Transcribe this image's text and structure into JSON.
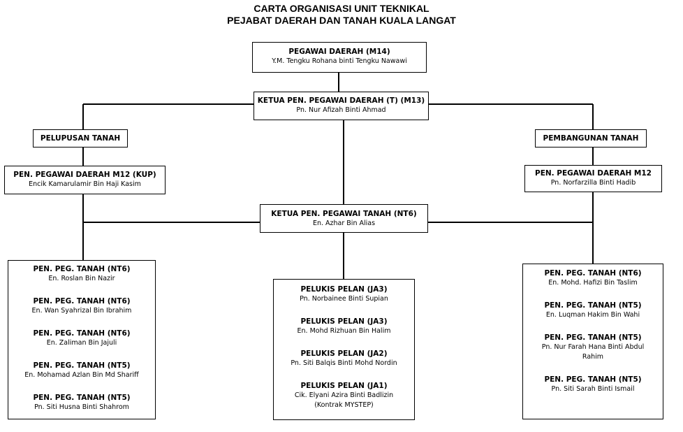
{
  "title": {
    "line1": "CARTA ORGANISASI UNIT TEKNIKAL",
    "line2": "PEJABAT DAERAH DAN TANAH KUALA LANGAT"
  },
  "top": {
    "role": "PEGAWAI DAERAH (M14)",
    "name": "Y.M. Tengku Rohana binti Tengku Nawawi"
  },
  "deputy": {
    "role": "KETUA PEN. PEGAWAI DAERAH (T) (M13)",
    "name": "Pn. Nur Afizah Binti Ahmad"
  },
  "left_section": "PELUPUSAN TANAH",
  "right_section": "PEMBANGUNAN TANAH",
  "left_officer": {
    "role": "PEN. PEGAWAI DAERAH M12 (KUP)",
    "name": "Encik Kamarulamir Bin Haji Kasim"
  },
  "right_officer": {
    "role": "PEN. PEGAWAI DAERAH M12",
    "name": "Pn. Norfarzilla Binti Hadib"
  },
  "head_land": {
    "role": "KETUA PEN. PEGAWAI TANAH (NT6)",
    "name": "En. Azhar Bin Alias"
  },
  "left_staff": [
    {
      "role": "PEN. PEG. TANAH (NT6)",
      "name": "En. Roslan Bin Nazir"
    },
    {
      "role": "PEN. PEG. TANAH (NT6)",
      "name": "En. Wan Syahrizal Bin Ibrahim"
    },
    {
      "role": "PEN. PEG. TANAH (NT6)",
      "name": "En. Zaliman Bin Jajuli"
    },
    {
      "role": "PEN. PEG. TANAH (NT5)",
      "name": "En. Mohamad Azlan Bin Md Shariff"
    },
    {
      "role": "PEN. PEG. TANAH (NT5)",
      "name": "Pn. Siti Husna Binti Shahrom"
    }
  ],
  "center_staff": [
    {
      "role": "PELUKIS PELAN (JA3)",
      "name": "Pn. Norbainee Binti Supian"
    },
    {
      "role": "PELUKIS PELAN (JA3)",
      "name": "En. Mohd Rizhuan Bin Halim"
    },
    {
      "role": "PELUKIS PELAN (JA2)",
      "name": "Pn. Siti Balqis Binti Mohd Nordin"
    },
    {
      "role": "PELUKIS PELAN (JA1)",
      "name": "Cik. Elyani Azira Binti Badlizin",
      "note": "(Kontrak MYSTEP)"
    }
  ],
  "right_staff": [
    {
      "role": "PEN. PEG. TANAH (NT6)",
      "name": "En. Mohd. Hafizi Bin Taslim"
    },
    {
      "role": "PEN. PEG. TANAH (NT5)",
      "name": "En. Luqman Hakim Bin Wahi"
    },
    {
      "role": "PEN. PEG. TANAH (NT5)",
      "name": "Pn. Nur Farah Hana Binti Abdul",
      "name2": "Rahim"
    },
    {
      "role": "PEN. PEG. TANAH (NT5)",
      "name": "Pn. Siti Sarah Binti Ismail"
    }
  ]
}
